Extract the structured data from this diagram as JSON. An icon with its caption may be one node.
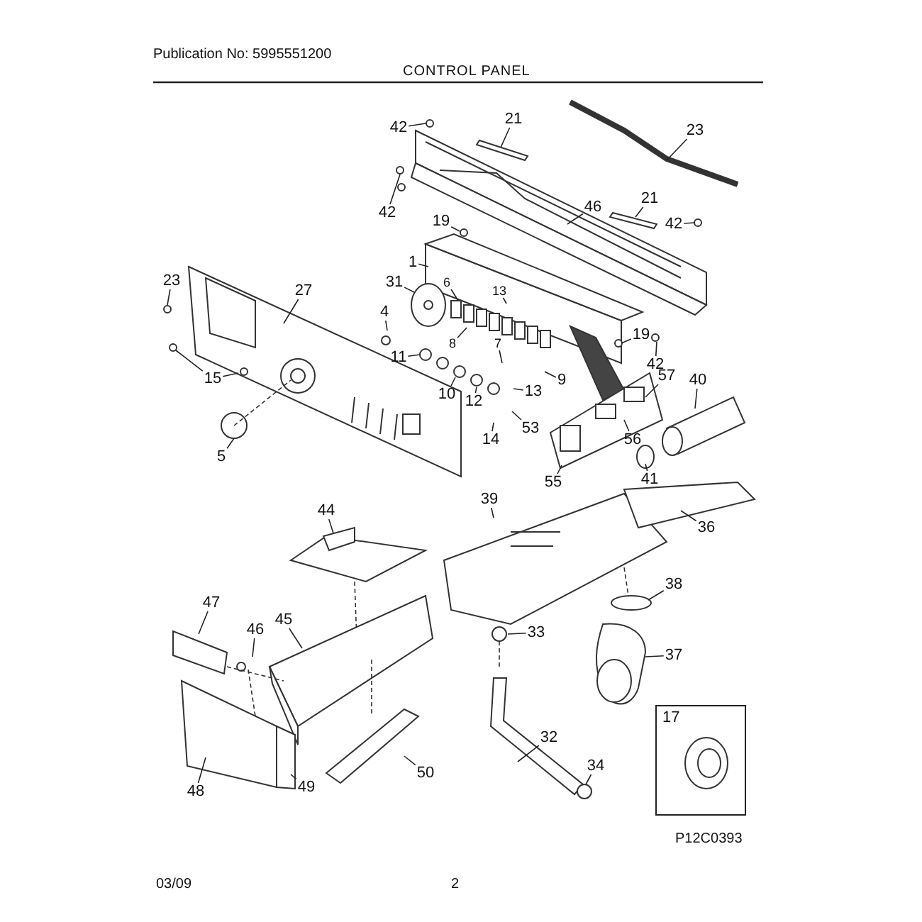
{
  "diagram": {
    "title": "CONTROL PANEL",
    "nodes": [
      {
        "text": [
          "42"
        ]
      },
      {
        "text": [
          "21"
        ]
      },
      {
        "text": [
          "23"
        ]
      },
      {
        "text": [
          "42"
        ]
      },
      {
        "text": [
          "46"
        ]
      },
      {
        "text": [
          "21"
        ]
      },
      {
        "text": [
          "42"
        ]
      },
      {
        "text": [
          "19"
        ]
      },
      {
        "text": [
          "1"
        ]
      },
      {
        "text": [
          "23"
        ]
      },
      {
        "text": [
          "27"
        ]
      },
      {
        "text": [
          "31"
        ]
      },
      {
        "text": [
          "6"
        ]
      },
      {
        "text": [
          "13"
        ]
      },
      {
        "text": [
          "4"
        ]
      },
      {
        "text": [
          "8"
        ]
      },
      {
        "text": [
          "7"
        ]
      },
      {
        "text": [
          "19"
        ]
      },
      {
        "text": [
          "11"
        ]
      },
      {
        "text": [
          "15"
        ]
      },
      {
        "text": [
          "42"
        ]
      },
      {
        "text": [
          "57"
        ]
      },
      {
        "text": [
          "40"
        ]
      },
      {
        "text": [
          "9"
        ]
      },
      {
        "text": [
          "13"
        ]
      },
      {
        "text": [
          "10"
        ]
      },
      {
        "text": [
          "12"
        ]
      },
      {
        "text": [
          "53"
        ]
      },
      {
        "text": [
          "14"
        ]
      },
      {
        "text": [
          "56"
        ]
      },
      {
        "text": [
          "5"
        ]
      },
      {
        "text": [
          "55"
        ]
      },
      {
        "text": [
          "41"
        ]
      },
      {
        "text": [
          "39"
        ]
      },
      {
        "text": [
          "44"
        ]
      },
      {
        "text": [
          "36"
        ]
      },
      {
        "text": [
          "38"
        ]
      },
      {
        "text": [
          "47"
        ]
      },
      {
        "text": [
          "45"
        ]
      },
      {
        "text": [
          "46"
        ]
      },
      {
        "text": [
          "33"
        ]
      },
      {
        "text": [
          "37"
        ]
      },
      {
        "text": [
          "17"
        ]
      },
      {
        "text": [
          "32"
        ]
      },
      {
        "text": [
          "34"
        ]
      },
      {
        "text": [
          "50"
        ]
      },
      {
        "text": [
          "49"
        ]
      },
      {
        "text": [
          "48"
        ]
      }
    ],
    "edges": [
      {
        "from": 0,
        "to": null,
        "arrow": "none"
      },
      {
        "from": 1,
        "to": null,
        "arrow": "none"
      },
      {
        "from": 2,
        "to": null,
        "arrow": "none"
      },
      {
        "from": 3,
        "to": null,
        "arrow": "none"
      },
      {
        "from": 4,
        "to": null,
        "arrow": "none"
      },
      {
        "from": 5,
        "to": null,
        "arrow": "none"
      },
      {
        "from": 6,
        "to": null,
        "arrow": "none"
      },
      {
        "from": 7,
        "to": null,
        "arrow": "none"
      },
      {
        "from": 8,
        "to": null,
        "arrow": "none"
      },
      {
        "from": 9,
        "to": null,
        "arrow": "none"
      },
      {
        "from": 10,
        "to": null,
        "arrow": "none"
      },
      {
        "from": 11,
        "to": null,
        "arrow": "none"
      },
      {
        "from": 12,
        "to": null,
        "arrow": "none"
      },
      {
        "from": 13,
        "to": null,
        "arrow": "none"
      },
      {
        "from": 14,
        "to": null,
        "arrow": "none"
      },
      {
        "from": 15,
        "to": null,
        "arrow": "none"
      },
      {
        "from": 16,
        "to": null,
        "arrow": "none"
      },
      {
        "from": 17,
        "to": null,
        "arrow": "none"
      },
      {
        "from": 18,
        "to": null,
        "arrow": "none"
      },
      {
        "from": 19,
        "to": null,
        "arrow": "none"
      },
      {
        "from": 19,
        "to": null,
        "arrow": "none"
      },
      {
        "from": 20,
        "to": null,
        "arrow": "none"
      },
      {
        "from": 21,
        "to": null,
        "arrow": "none"
      },
      {
        "from": 22,
        "to": null,
        "arrow": "none"
      },
      {
        "from": 23,
        "to": null,
        "arrow": "none"
      },
      {
        "from": 24,
        "to": null,
        "arrow": "none"
      },
      {
        "from": 25,
        "to": null,
        "arrow": "none"
      },
      {
        "from": 26,
        "to": null,
        "arrow": "none"
      },
      {
        "from": 27,
        "to": null,
        "arrow": "none"
      },
      {
        "from": 28,
        "to": null,
        "arrow": "none"
      },
      {
        "from": 29,
        "to": null,
        "arrow": "none"
      },
      {
        "from": 30,
        "to": null,
        "arrow": "none"
      },
      {
        "from": 31,
        "to": null,
        "arrow": "none"
      },
      {
        "from": 32,
        "to": null,
        "arrow": "none"
      },
      {
        "from": 33,
        "to": null,
        "arrow": "none"
      },
      {
        "from": 34,
        "to": null,
        "arrow": "none"
      },
      {
        "from": 35,
        "to": null,
        "arrow": "none"
      },
      {
        "from": 36,
        "to": null,
        "arrow": "none"
      },
      {
        "from": 37,
        "to": null,
        "arrow": "none"
      },
      {
        "from": 38,
        "to": null,
        "arrow": "none"
      },
      {
        "from": 39,
        "to": null,
        "arrow": "none"
      },
      {
        "from": 40,
        "to": null,
        "arrow": "none"
      },
      {
        "from": 41,
        "to": null,
        "arrow": "none"
      },
      {
        "from": 43,
        "to": null,
        "arrow": "none"
      },
      {
        "from": 44,
        "to": null,
        "arrow": "none"
      },
      {
        "from": 45,
        "to": null,
        "arrow": "none"
      },
      {
        "from": 46,
        "to": null,
        "arrow": "none"
      },
      {
        "from": 47,
        "to": null,
        "arrow": "none"
      }
    ],
    "labels": [
      "Publication No: 5995551200",
      "P12C0393",
      "03/09",
      "2"
    ]
  }
}
